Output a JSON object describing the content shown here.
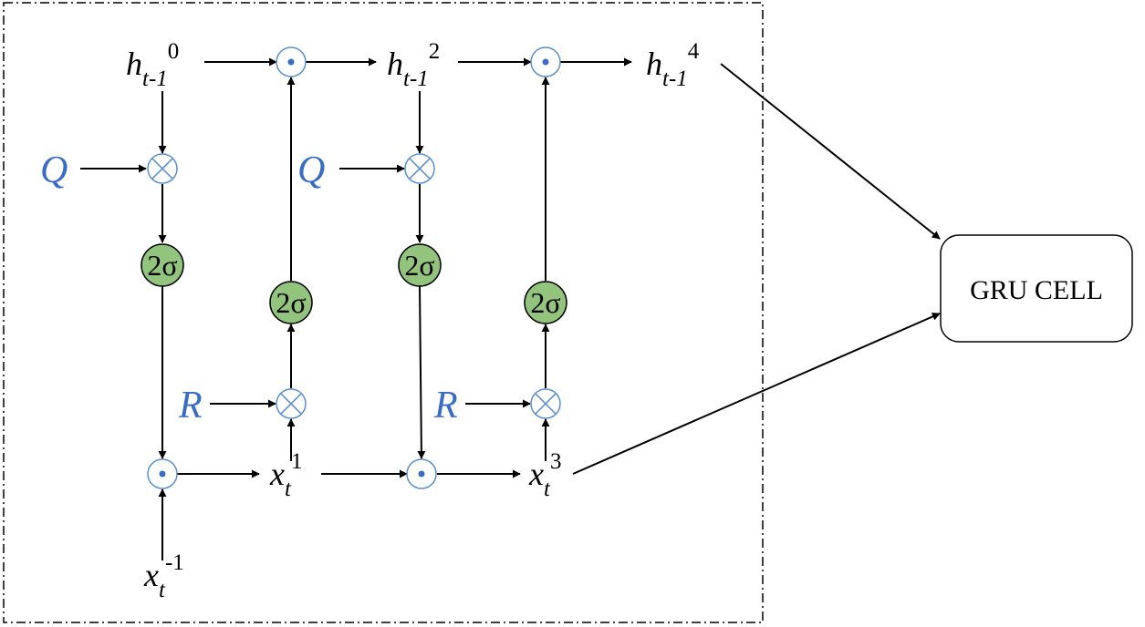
{
  "labels": {
    "h0": {
      "base": "h",
      "sub": "t-1",
      "sup": "0"
    },
    "h2": {
      "base": "h",
      "sub": "t-1",
      "sup": "2"
    },
    "h4": {
      "base": "h",
      "sub": "t-1",
      "sup": "4"
    },
    "xm1": {
      "base": "x",
      "sub": "t",
      "sup": "-1"
    },
    "x1": {
      "base": "x",
      "sub": "t",
      "sup": "1"
    },
    "x3": {
      "base": "x",
      "sub": "t",
      "sup": "3"
    },
    "q1": "Q",
    "q2": "Q",
    "r1": "R",
    "r2": "R"
  },
  "gates": {
    "sigma_label": "2σ"
  },
  "gru_cell": {
    "label": "GRU CELL"
  },
  "colors": {
    "gate_fill": "#93c47d",
    "node_stroke": "#5a8fd0",
    "blue_text": "#3b6cc4"
  }
}
